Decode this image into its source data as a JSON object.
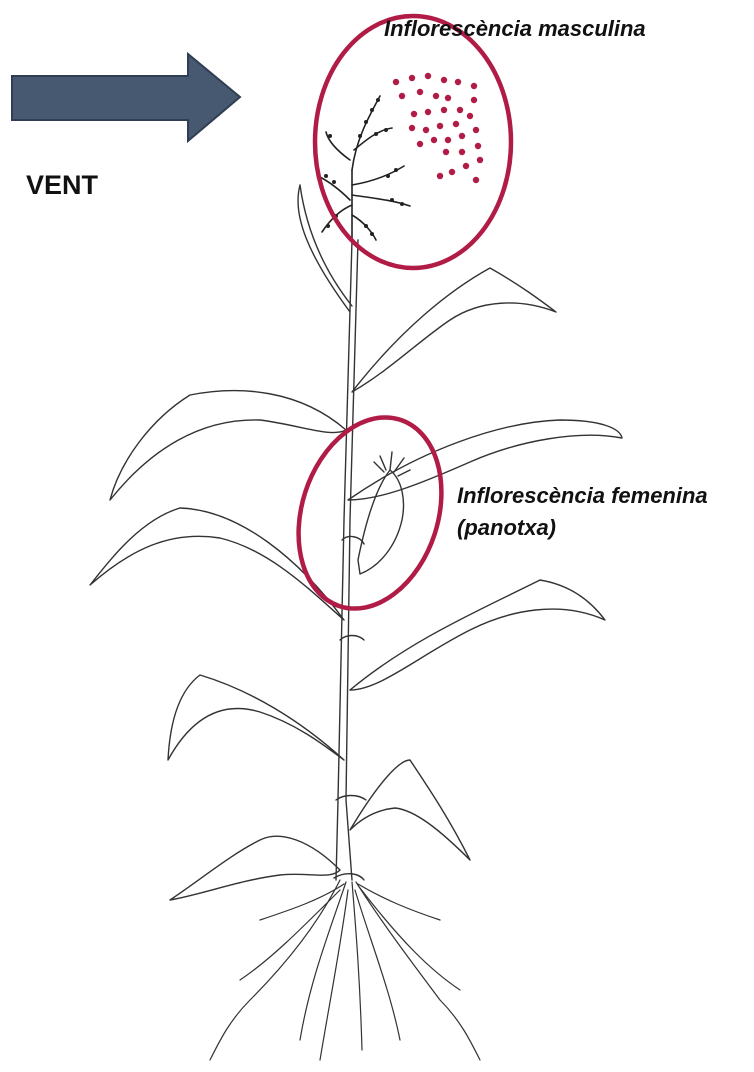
{
  "labels": {
    "male_inflorescence": "Inflorescència masculina",
    "female_inflorescence_line1": "Inflorescència femenina",
    "female_inflorescence_line2": "(panotxa)",
    "wind": "VENT"
  },
  "colors": {
    "arrow_fill": "#475970",
    "arrow_stroke": "#2f3e52",
    "highlight": "#b01c45",
    "pollen": "#b01c45",
    "plant_line": "#333333"
  },
  "icons": {
    "wind_arrow": "arrow-right-icon"
  }
}
